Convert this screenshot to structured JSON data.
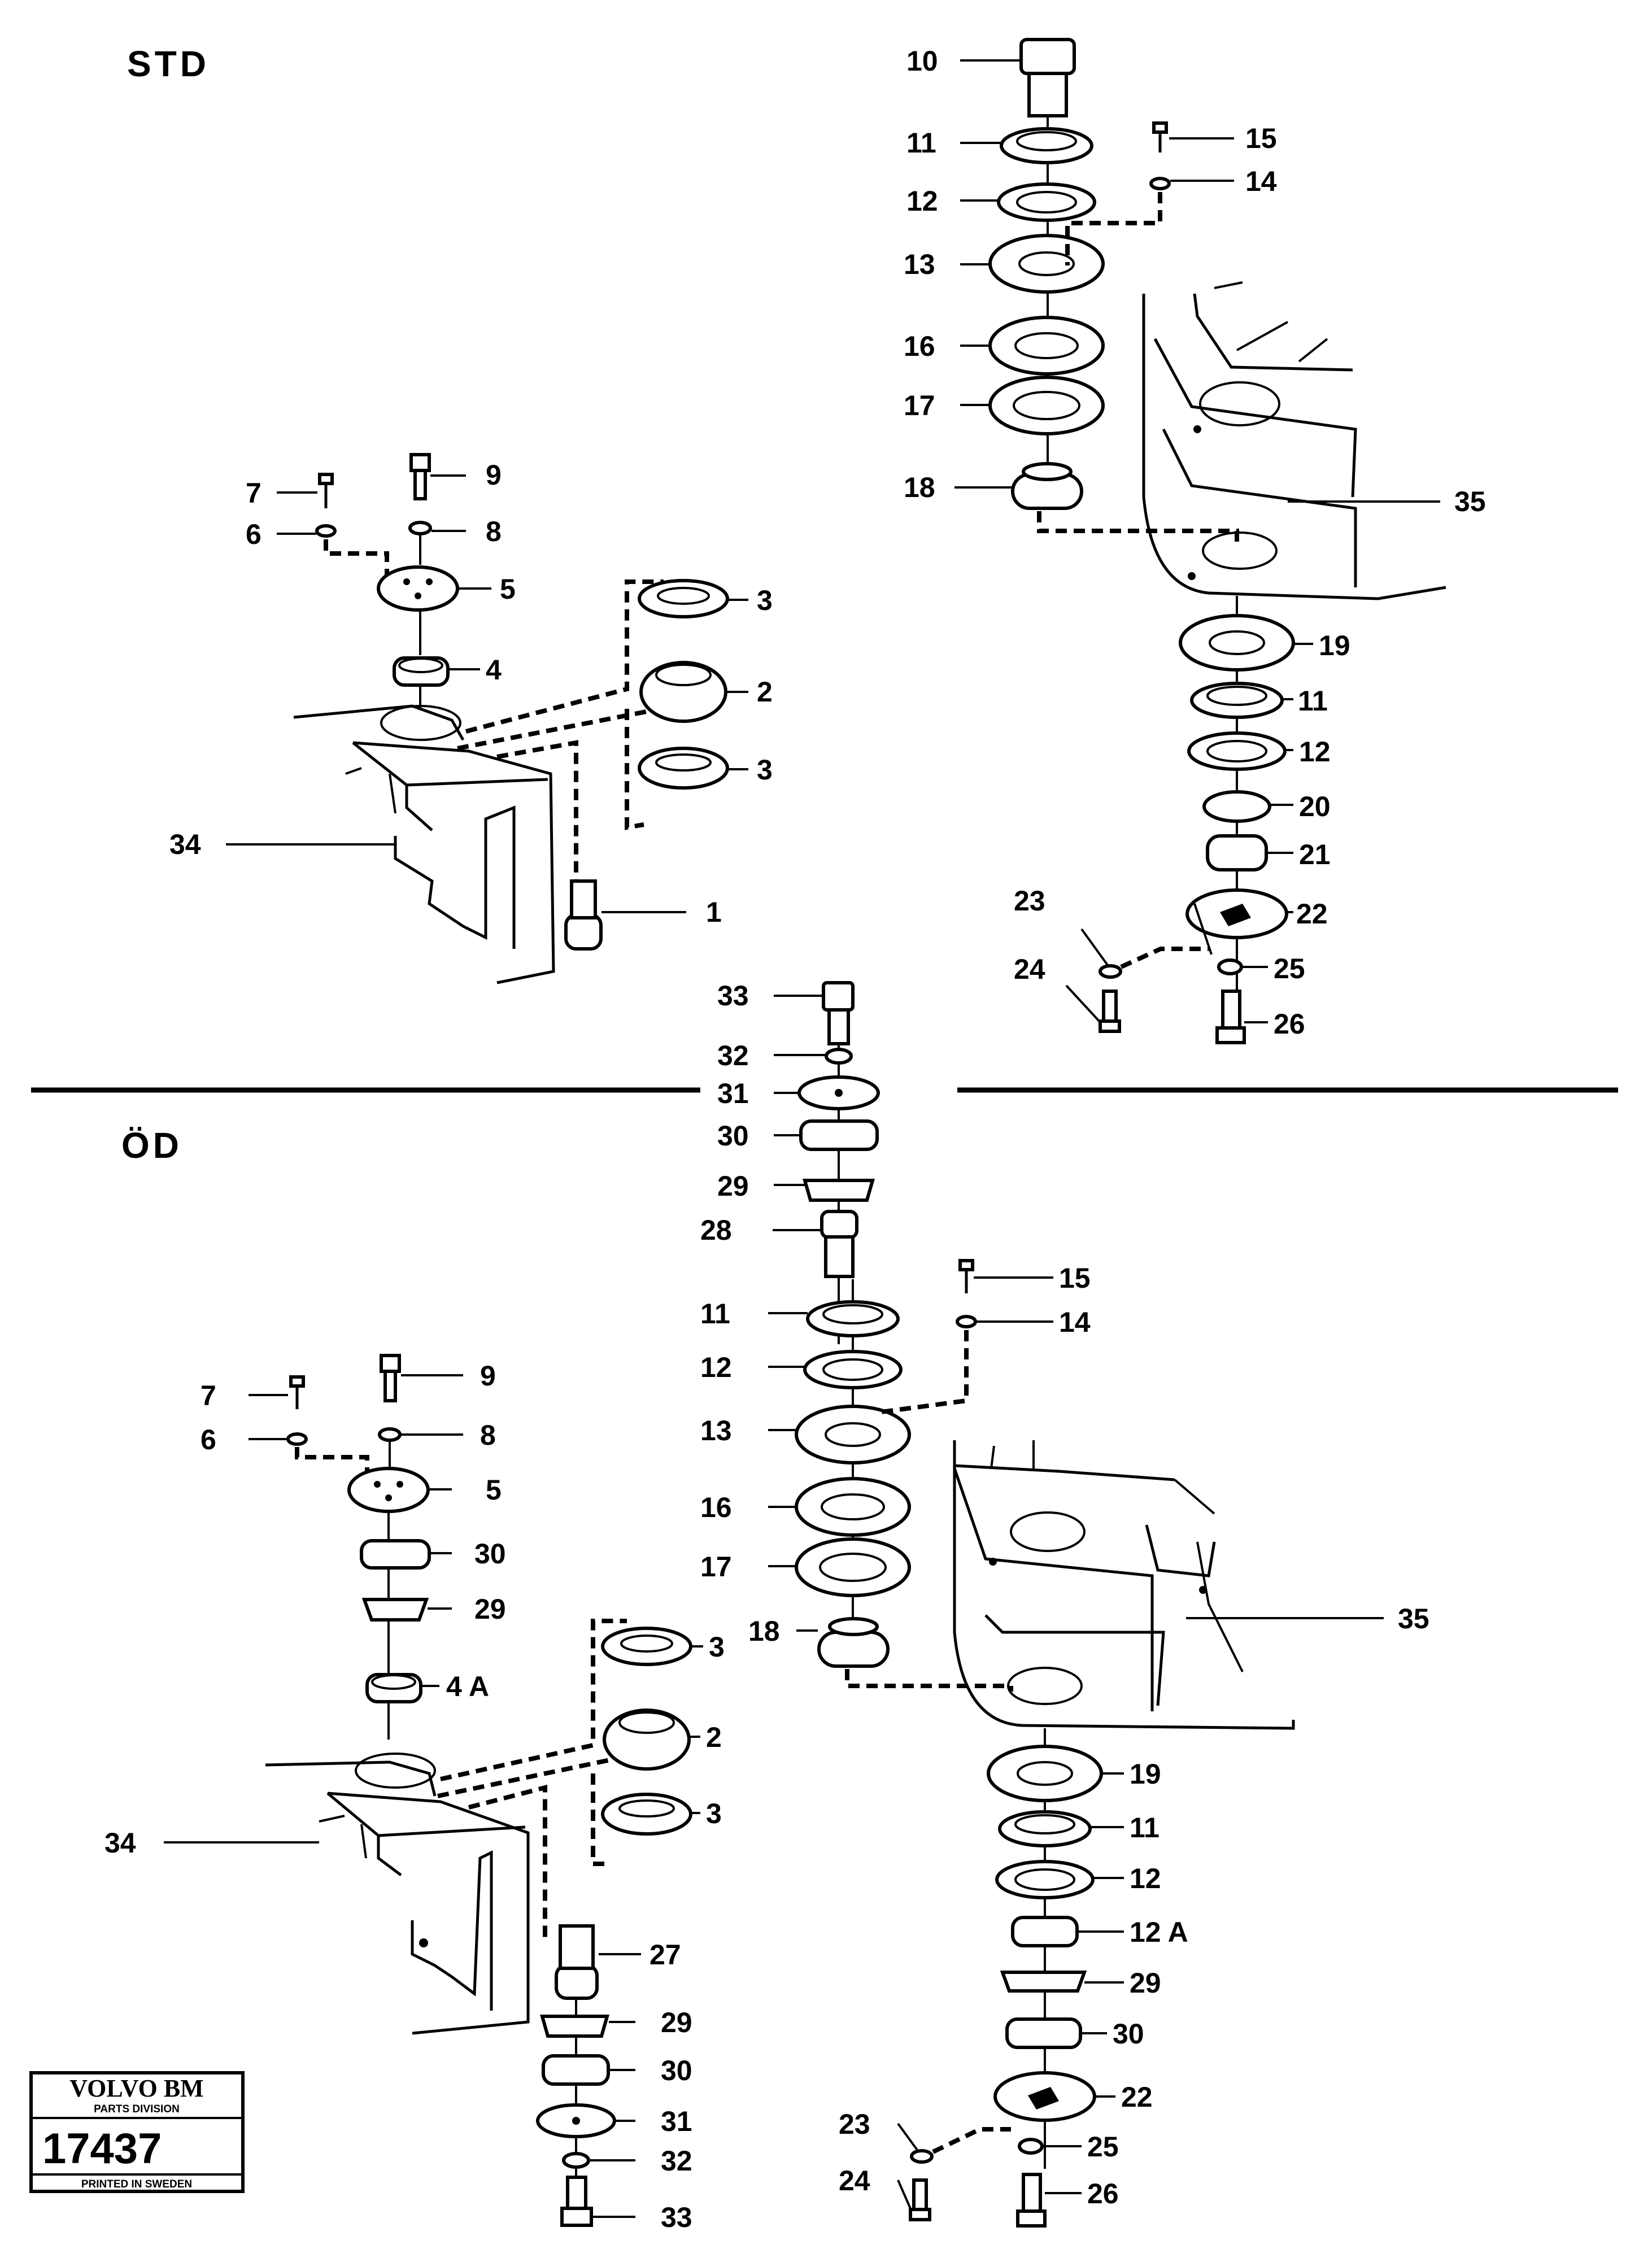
{
  "sections": {
    "top": "STD",
    "bottom": "ÖD"
  },
  "stamp": {
    "brand": "VOLVO BM",
    "division": "PARTS DIVISION",
    "number": "17437",
    "footer": "PRINTED IN SWEDEN"
  },
  "labels": {
    "std": [
      "10",
      "11",
      "12",
      "13",
      "16",
      "17",
      "18",
      "15",
      "14",
      "35",
      "19",
      "11",
      "12",
      "20",
      "21",
      "22",
      "23",
      "25",
      "24",
      "26",
      "7",
      "9",
      "6",
      "8",
      "5",
      "4",
      "3",
      "2",
      "3",
      "34",
      "1"
    ],
    "mid": [
      "33",
      "32",
      "31",
      "30",
      "29",
      "28"
    ],
    "od": [
      "11",
      "12",
      "13",
      "16",
      "17",
      "18",
      "15",
      "14",
      "35",
      "19",
      "11",
      "12",
      "12 A",
      "29",
      "30",
      "22",
      "23",
      "25",
      "24",
      "26",
      "7",
      "9",
      "6",
      "8",
      "5",
      "30",
      "29",
      "4 A",
      "3",
      "2",
      "3",
      "34",
      "27",
      "29",
      "30",
      "31",
      "32",
      "33"
    ]
  }
}
